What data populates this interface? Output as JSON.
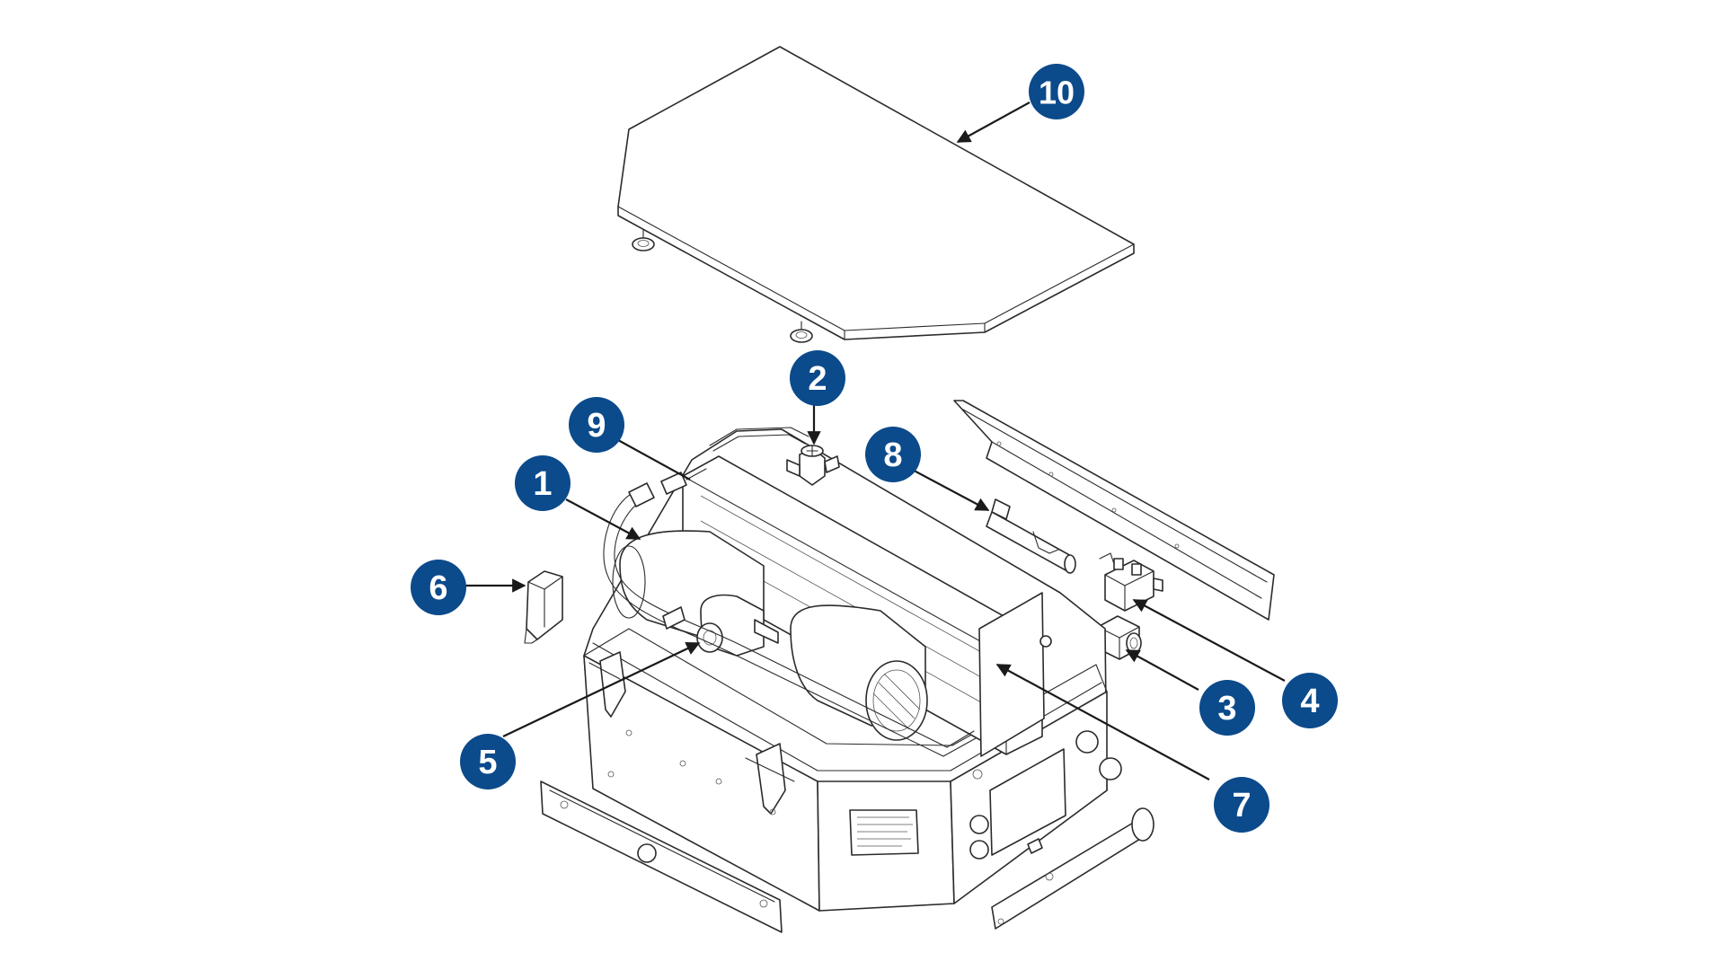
{
  "diagram": {
    "badge_color": "#0b4a8b",
    "callouts": [
      {
        "id": "1",
        "label": "1"
      },
      {
        "id": "2",
        "label": "2"
      },
      {
        "id": "3",
        "label": "3"
      },
      {
        "id": "4",
        "label": "4"
      },
      {
        "id": "5",
        "label": "5"
      },
      {
        "id": "6",
        "label": "6"
      },
      {
        "id": "7",
        "label": "7"
      },
      {
        "id": "8",
        "label": "8"
      },
      {
        "id": "9",
        "label": "9"
      },
      {
        "id": "10",
        "label": "10"
      }
    ]
  }
}
